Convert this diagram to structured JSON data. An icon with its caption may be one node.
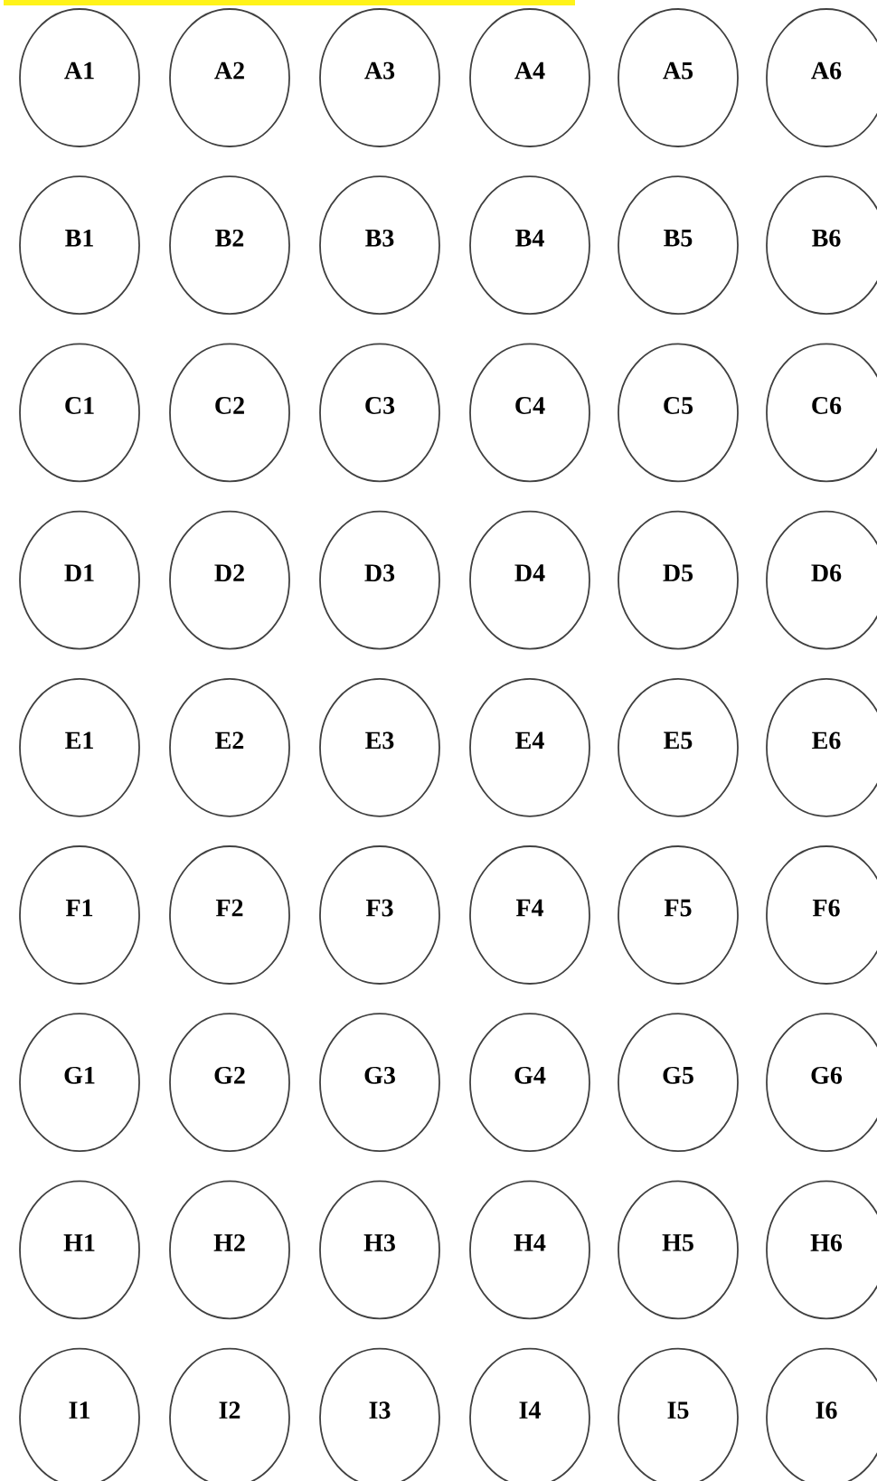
{
  "diagram": {
    "nodes": [
      {
        "text": [
          "A1"
        ]
      },
      {
        "text": [
          "A2"
        ]
      },
      {
        "text": [
          "A3"
        ]
      },
      {
        "text": [
          "A4"
        ]
      },
      {
        "text": [
          "A5"
        ]
      },
      {
        "text": [
          "A6"
        ]
      },
      {
        "text": [
          "B1"
        ]
      },
      {
        "text": [
          "B2"
        ]
      },
      {
        "text": [
          "B3"
        ]
      },
      {
        "text": [
          "B4"
        ]
      },
      {
        "text": [
          "B5"
        ]
      },
      {
        "text": [
          "B6"
        ]
      },
      {
        "text": [
          "C1"
        ]
      },
      {
        "text": [
          "C2"
        ]
      },
      {
        "text": [
          "C3"
        ]
      },
      {
        "text": [
          "C4"
        ]
      },
      {
        "text": [
          "C5"
        ]
      },
      {
        "text": [
          "C6"
        ]
      },
      {
        "text": [
          "D1"
        ]
      },
      {
        "text": [
          "D2"
        ]
      },
      {
        "text": [
          "D3"
        ]
      },
      {
        "text": [
          "D4"
        ]
      },
      {
        "text": [
          "D5"
        ]
      },
      {
        "text": [
          "D6"
        ]
      },
      {
        "text": [
          "E1"
        ]
      },
      {
        "text": [
          "E2"
        ]
      },
      {
        "text": [
          "E3"
        ]
      },
      {
        "text": [
          "E4"
        ]
      },
      {
        "text": [
          "E5"
        ]
      },
      {
        "text": [
          "E6"
        ]
      },
      {
        "text": [
          "F1"
        ]
      },
      {
        "text": [
          "F2"
        ]
      },
      {
        "text": [
          "F3"
        ]
      },
      {
        "text": [
          "F4"
        ]
      },
      {
        "text": [
          "F5"
        ]
      },
      {
        "text": [
          "F6"
        ]
      },
      {
        "text": [
          "G1"
        ]
      },
      {
        "text": [
          "G2"
        ]
      },
      {
        "text": [
          "G3"
        ]
      },
      {
        "text": [
          "G4"
        ]
      },
      {
        "text": [
          "G5"
        ]
      },
      {
        "text": [
          "G6"
        ]
      },
      {
        "text": [
          "H1"
        ]
      },
      {
        "text": [
          "H2"
        ]
      },
      {
        "text": [
          "H3"
        ]
      },
      {
        "text": [
          "H4"
        ]
      },
      {
        "text": [
          "H5"
        ]
      },
      {
        "text": [
          "H6"
        ]
      },
      {
        "text": [
          "I1"
        ]
      },
      {
        "text": [
          "I2"
        ]
      },
      {
        "text": [
          "I3"
        ]
      },
      {
        "text": [
          "I4"
        ]
      },
      {
        "text": [
          "I5"
        ]
      },
      {
        "text": [
          "I6"
        ]
      }
    ]
  }
}
